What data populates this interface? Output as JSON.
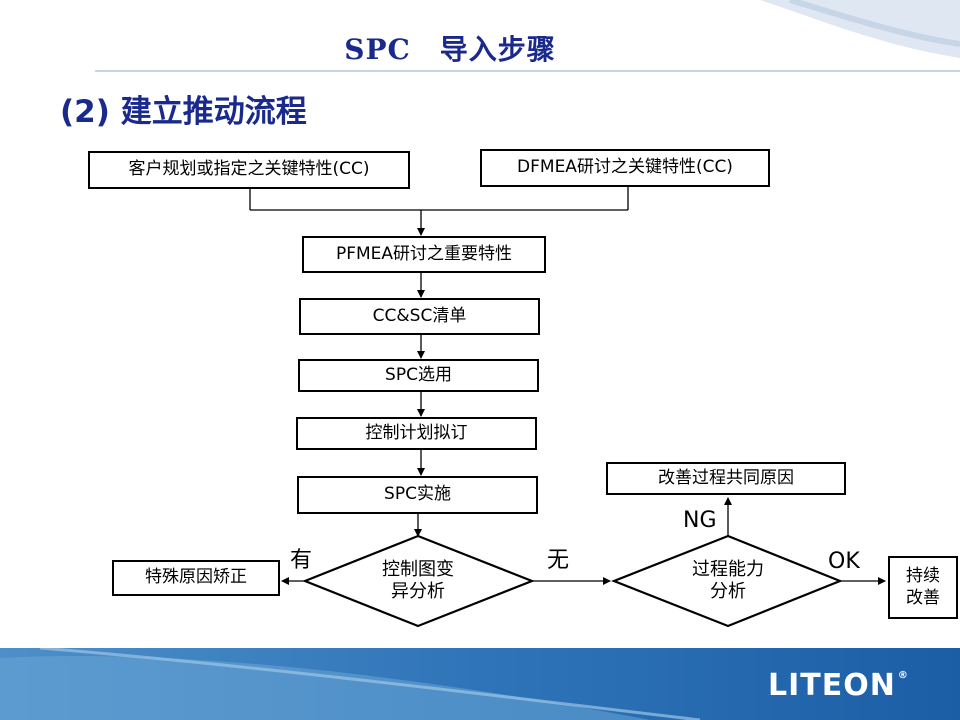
{
  "slide": {
    "title": "SPC　导入步骤",
    "subtitle": "(2) 建立推动流程"
  },
  "flow": {
    "customer_cc": "客户规划或指定之关键特性(CC)",
    "dfmea_cc": "DFMEA研讨之关键特性(CC)",
    "pfmea": "PFMEA研讨之重要特性",
    "ccsc_list": "CC&SC清单",
    "spc_select": "SPC选用",
    "control_plan": "控制计划拟订",
    "spc_impl": "SPC实施",
    "special_cause": "特殊原因矫正",
    "chart_decision": [
      "控制图变",
      "异分析"
    ],
    "capability_decision": [
      "过程能力",
      "分析"
    ],
    "common_cause": "改善过程共同原因",
    "continuous": [
      "持续",
      "改善"
    ],
    "label_yes": "有",
    "label_no": "无",
    "label_ng": "NG",
    "label_ok": "OK"
  },
  "brand": {
    "logo_text": "LITEON",
    "registered": "®",
    "accent_color": "#1a2a8c"
  }
}
